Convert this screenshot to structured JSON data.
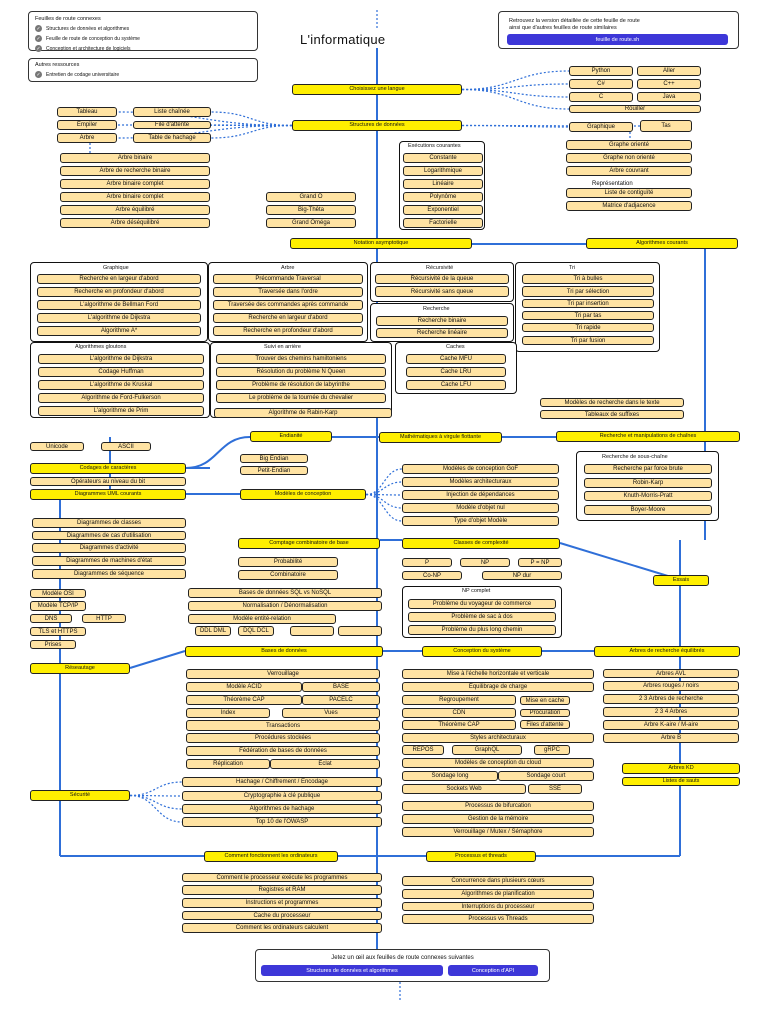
{
  "title": "L'informatique",
  "legend": {
    "heading": "Feuilles de route connexes",
    "items": [
      "Structures de données et algorithmes",
      "Feuille de route de conception du système",
      "Conception et architecture de logiciels"
    ]
  },
  "resources": {
    "heading": "Autres ressources",
    "items": [
      "Entretien de codage universitaire"
    ]
  },
  "promo": {
    "text1": "Retrouvez la version détaillée de cette feuille de route",
    "text2": "ainsi que d'autres feuilles de route similaires",
    "button": "feuille de route.sh"
  },
  "panel_labels": {
    "executions": "Exécutions courantes",
    "graphique": "Graphique",
    "arbre": "Arbre",
    "recursivite": "Récursivité",
    "tri": "Tri",
    "recherche": "Recherche",
    "gloutons": "Algorithmes gloutons",
    "arriere": "Suivi en arrière",
    "caches": "Caches",
    "sous_chaine": "Recherche de sous-chaîne",
    "np": "NP complet"
  },
  "nodes": {
    "lang": "Choisissez une langue",
    "python": "Python",
    "aller": "Aller",
    "cs": "C#",
    "cpp": "C++",
    "c": "C",
    "java": "Java",
    "rouiller": "Rouiller",
    "ds": "Structures de données",
    "tableau": "Tableau",
    "liste_chainee": "Liste chaînée",
    "empiler": "Empiler",
    "file": "File d'attente",
    "arbre": "Arbre",
    "table_hachage": "Table de hachage",
    "graphique": "Graphique",
    "tas": "Tas",
    "graphe_oriente": "Graphe orienté",
    "graphe_non_oriente": "Graphe non orienté",
    "arbre_couvrant": "Arbre couvrant",
    "representation": "Représentation",
    "liste_contiguite": "Liste de contiguïté",
    "matrice": "Matrice d'adjacence",
    "arbre_binaire": "Arbre binaire",
    "abr": "Arbre de recherche binaire",
    "arbre_binaire_complet": "Arbre binaire complet",
    "arbre_binaire_complet2": "Arbre binaire complet",
    "arbre_equilibre": "Arbre équilibré",
    "arbre_desequilibre": "Arbre déséquilibré",
    "constante": "Constante",
    "logarithmique": "Logarithmique",
    "lineaire": "Linéaire",
    "polynome": "Polynôme",
    "exponentiel": "Exponentiel",
    "factorielle": "Factorielle",
    "grand_o": "Grand O",
    "big_theta": "Big-Thêta",
    "grand_omega": "Grand Oméga",
    "notation": "Notation asymptotique",
    "algos": "Algorithmes courants",
    "g_largeur": "Recherche en largeur d'abord",
    "g_profondeur": "Recherche en profondeur d'abord",
    "bellman": "L'algorithme de Bellman Ford",
    "dijkstra": "L'algorithme de Dijkstra",
    "astar": "Algorithme A*",
    "precommande": "Précommande Traversal",
    "traversee_ordre": "Traversée dans l'ordre",
    "traversal_apres": "Traversée des commandes après commande",
    "a_largeur": "Recherche en largeur d'abord",
    "a_profondeur": "Recherche en profondeur d'abord",
    "rec_queue": "Récursivité de la queue",
    "rec_sans_queue": "Récursivité sans queue",
    "tri_bulles": "Tri à bulles",
    "tri_selection": "Tri par sélection",
    "tri_insertion": "Tri par insertion",
    "tri_tas": "Tri par tas",
    "tri_rapide": "Tri rapide",
    "tri_fusion": "Tri par fusion",
    "rech_binaire": "Recherche binaire",
    "rech_lineaire": "Recherche linéaire",
    "gl_dijkstra": "L'algorithme de Dijkstra",
    "huffman": "Codage Huffman",
    "kruskal": "L'algorithme de Kruskal",
    "ford_fulkerson": "Algorithme de Ford-Fulkerson",
    "prim": "L'algorithme de Prim",
    "hamiltoniens": "Trouver des chemins hamiltoniens",
    "n_queen": "Résolution du problème N Queen",
    "labyrinthe": "Problème de résolution de labyrinthe",
    "cavalier": "Le problème de la tournée du chevalier",
    "rabin_karp": "Algorithme de Rabin-Karp",
    "mfu": "Cache MFU",
    "lru": "Cache LRU",
    "lfu": "Cache LFU",
    "modeles_recherche": "Modèles de recherche dans le texte",
    "tableaux_suffixes": "Tableaux de suffixes",
    "endianite": "Endianité",
    "big_endian": "Big Endian",
    "petit_endian": "Petit-Endian",
    "math_bits": "Mathématiques à virgule flottante",
    "rech_chaines": "Recherche et manipulations de chaînes",
    "force_brute": "Recherche par force brute",
    "robin_karp": "Robin-Karp",
    "kmp": "Knuth-Morris-Pratt",
    "boyer_moore": "Boyer-Moore",
    "unicode": "Unicode",
    "ascii": "ASCII",
    "codages": "Codages de caractères",
    "operateurs_bit": "Opérateurs au niveau du bit",
    "uml": "Diagrammes UML courants",
    "modeles_conception": "Modèles de conception",
    "gof": "Modèles de conception GoF",
    "architecturaux": "Modèles architecturaux",
    "injection": "Injection de dépendances",
    "objet_nul": "Modèle d'objet nul",
    "type_objet": "Type d'objet Modèle",
    "diag_classes": "Diagrammes de classes",
    "diag_cas": "Diagrammes de cas d'utilisation",
    "diag_activite": "Diagrammes d'activité",
    "diag_machines": "Diagrammes de machines d'état",
    "diag_sequence": "Diagrammes de séquence",
    "comptage": "Comptage combinatoire de base",
    "classes_complexite": "Classes de complexité",
    "probabilite": "Probabilité",
    "combinatoire": "Combinatoire",
    "p": "P",
    "np": "NP",
    "p_np": "P = NP",
    "co_np": "Co-NP",
    "np_dur": "NP dur",
    "voyageur": "Problème du voyageur de commerce",
    "sac_dos": "Problème de sac à dos",
    "long_chemin": "Problème du plus long chemin",
    "essais": "Essais",
    "osi": "Modèle OSI",
    "tcpip": "Modèle TCP/IP",
    "dns": "DNS",
    "http": "HTTP",
    "tls": "TLS et HTTPS",
    "prises": "Prises",
    "reseautage": "Réseautage",
    "bdd_sql": "Bases de données SQL vs NoSQL",
    "normalisation": "Normalisation / Dénormalisation",
    "entite_relation": "Modèle entité-relation",
    "ddl_dml": "DDL DML",
    "dql_dcl": "DQL DCL",
    "bases_donnees": "Bases de données",
    "conception_systeme": "Conception du système",
    "arbres_equilibres": "Arbres de recherche équilibrés",
    "verrouillage_bd": "Verrouillage",
    "acid": "Modèle ACID",
    "base": "BASE",
    "cap": "Théorème CAP",
    "pacelc": "PACELC",
    "index": "Index",
    "vues": "Vues",
    "transactions": "Transactions",
    "procedures": "Procédures stockées",
    "federation": "Fédération de bases de données",
    "replication": "Réplication",
    "eclat": "Éclat",
    "mise_echelle": "Mise à l'échelle horizontale et verticale",
    "equilibrage": "Équilibrage de charge",
    "regroupement": "Regroupement",
    "mise_cache": "Mise en cache",
    "cdn": "CDN",
    "procuration": "Procuration",
    "cap2": "Théorème CAP",
    "files_attente": "Files d'attente",
    "styles_archi": "Styles architecturaux",
    "repos": "REPOS",
    "graphql": "GraphQL",
    "grpc": "gRPC",
    "modeles_cloud": "Modèles de conception du cloud",
    "sondage_long": "Sondage long",
    "sondage_court": "Sondage court",
    "sockets": "Sockets Web",
    "sse": "SSE",
    "avl": "Arbres AVL",
    "rouges_noirs": "Arbres rouges / noirs",
    "arbres_234": "2 3 Arbres de recherche",
    "arbres_234b": "2 3 4 Arbres",
    "k_aire": "Arbre K-aire / M-aire",
    "arbre_b": "Arbre B",
    "arbres_kd": "Arbres KD",
    "listes_sauts": "Listes de sauts",
    "hachage": "Hachage / Chiffrement / Encodage",
    "crypto": "Cryptographie à clé publique",
    "algos_hachage": "Algorithmes de hachage",
    "owasp": "Top 10 de l'OWASP",
    "securite": "Sécurité",
    "bifurcation": "Processus de bifurcation",
    "memoire": "Gestion de la mémoire",
    "verrouillage": "Verrouillage / Mutex / Sémaphore",
    "ordinateurs": "Comment fonctionnent les ordinateurs",
    "processus_threads": "Processus et threads",
    "cpu_exec": "Comment le processeur exécute les programmes",
    "registres": "Registres et RAM",
    "instructions": "Instructions et programmes",
    "cache_proc": "Cache du processeur",
    "ordis_calculent": "Comment les ordinateurs calculent",
    "concurrence": "Concurrence dans plusieurs cœurs",
    "planification": "Algorithmes de planification",
    "interruptions": "Interruptions du processeur",
    "proc_vs_threads": "Processus vs Threads"
  },
  "footer": {
    "text": "Jetez un œil aux feuilles de route connexes suivantes",
    "btn1": "Structures de données et algorithmes",
    "btn2": "Conception d'API"
  }
}
